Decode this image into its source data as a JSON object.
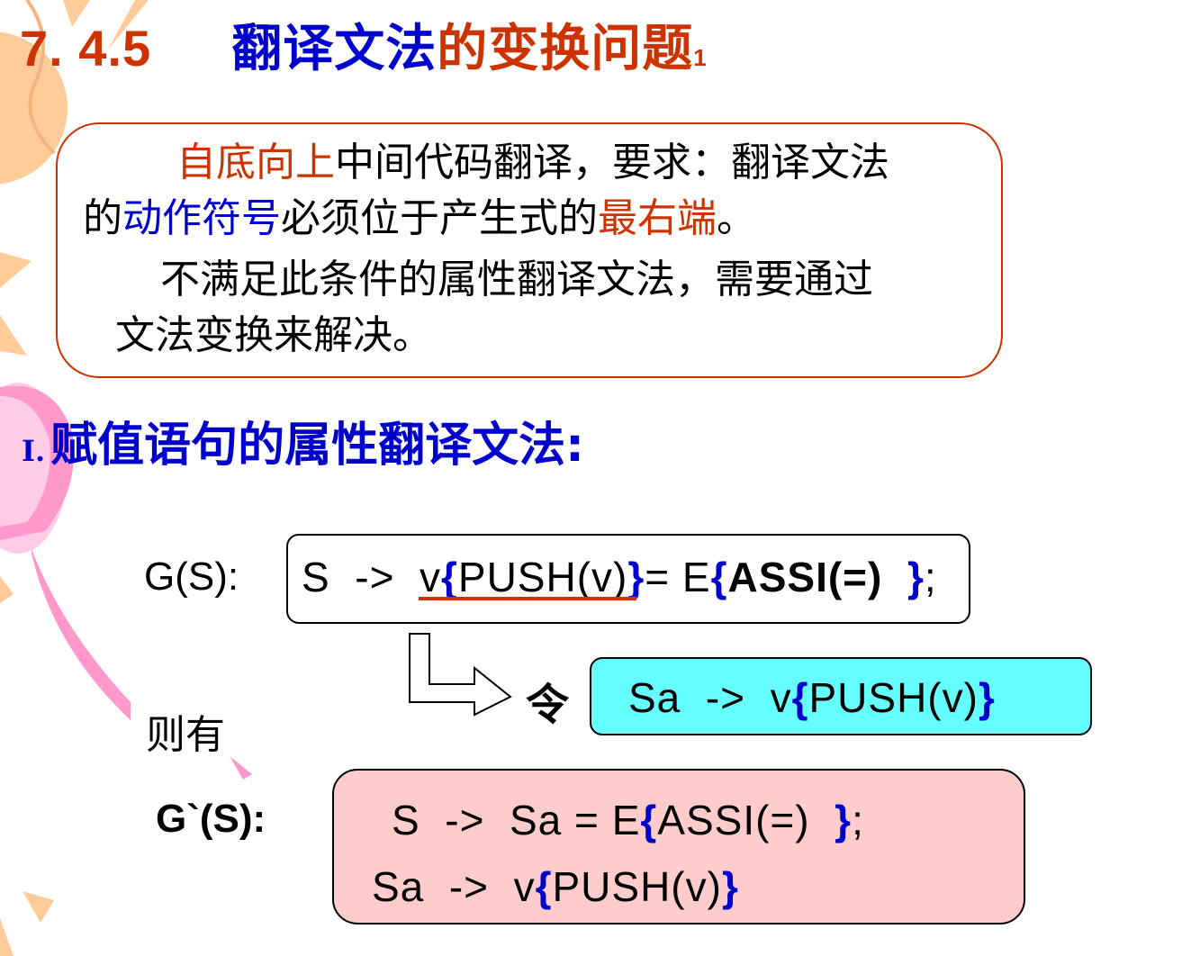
{
  "title": {
    "number": "7. 4.5",
    "part_blue": "翻译文法",
    "part_red": "的变换问题",
    "suffix": "1"
  },
  "intro": {
    "line1_red": "自底向上",
    "line1_rest": "中间代码翻译，要求：翻译文法",
    "line2_pre": "的",
    "line2_blue": "动作符号",
    "line2_mid": "必须位于产生式的",
    "line2_red": "最右端",
    "line2_end": "。",
    "line3": "不满足此条件的属性翻译文法，需要通过",
    "line4": "文法变换来解决。"
  },
  "section": {
    "roman": "I.",
    "heading": "赋值语句的属性翻译文法:"
  },
  "grammar_g": {
    "label": "G(S):",
    "lhs": "S",
    "arrow": "->",
    "v": "v",
    "lbrace1": "{",
    "action1": "PUSH(v)",
    "rbrace1": "}",
    "eq": "= E",
    "lbrace2": "{",
    "action2": "ASSI(=)",
    "rbrace2": "}",
    "semi": ";"
  },
  "transform": {
    "let_label": "令",
    "rule": {
      "lhs": "Sa",
      "arrow": "->",
      "v": "v",
      "lbrace": "{",
      "action": "PUSH(v)",
      "rbrace": "}"
    }
  },
  "then_label": "则有",
  "grammar_g2": {
    "label": "G`(S):",
    "rule1": {
      "lhs": "S",
      "arrow": "->",
      "body": "Sa = E",
      "lbrace": "{",
      "action": "ASSI(=)",
      "rbrace": "}",
      "semi": ";"
    },
    "rule2": {
      "lhs": "Sa",
      "arrow": "->",
      "v": "v",
      "lbrace": "{",
      "action": "PUSH(v)",
      "rbrace": "}"
    }
  },
  "colors": {
    "accent_red": "#cc3300",
    "accent_blue": "#0000cc",
    "cyan_box": "#66ffff",
    "pink_box": "#ffcccc",
    "deco_orange": "#ffcc99",
    "deco_pink": "#ff99cc"
  }
}
